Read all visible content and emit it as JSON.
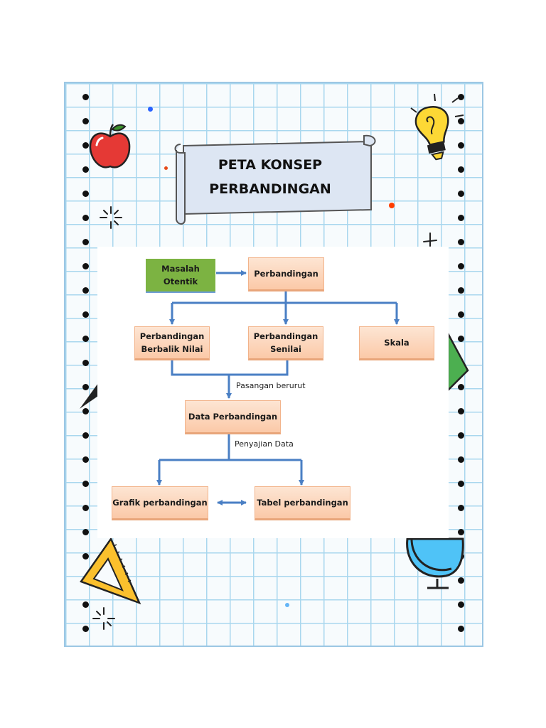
{
  "title": {
    "line1": "PETA KONSEP",
    "line2": "PERBANDINGAN"
  },
  "nodes": {
    "masalah": "Masalah\nOtentik",
    "perbandingan": "Perbandingan",
    "berbalik": "Perbandingan\nBerbalik Nilai",
    "senilai": "Perbandingan\nSenilai",
    "skala": "Skala",
    "data": "Data Perbandingan",
    "grafik": "Grafik perbandingan",
    "tabel": "Tabel perbandingan"
  },
  "edge_labels": {
    "pasangan": "Pasangan berurut",
    "penyajian": "Penyajian Data"
  },
  "colors": {
    "connector": "#4a7fc4",
    "box_fill": "#fbc9a8",
    "green_box": "#7cb342",
    "grid_line": "#a9d7ee"
  },
  "decorations": [
    "apple-icon",
    "lightbulb-icon",
    "ruler-triangle-icon",
    "globe-icon",
    "sparkle-icon"
  ]
}
